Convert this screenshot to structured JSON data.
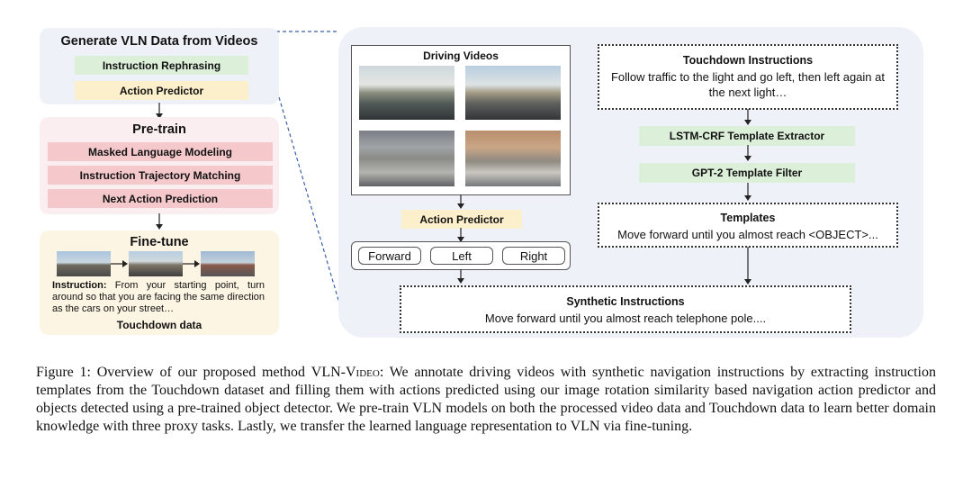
{
  "left": {
    "generate": {
      "title": "Generate VLN Data from Videos",
      "items": [
        "Instruction Rephrasing",
        "Action Predictor"
      ]
    },
    "pretrain": {
      "title": "Pre-train",
      "items": [
        "Masked Language Modeling",
        "Instruction Trajectory Matching",
        "Next Action Prediction"
      ]
    },
    "finetune": {
      "title": "Fine-tune",
      "instruction_label": "Instruction:",
      "instruction_text": "From your starting point, turn around so that you are facing the same direction as the cars on your street…",
      "data_label": "Touchdown data"
    }
  },
  "right": {
    "driving_videos": "Driving Videos",
    "action_predictor": "Action Predictor",
    "actions": [
      "Forward",
      "Left",
      "Right"
    ],
    "touchdown": {
      "title": "Touchdown Instructions",
      "text": "Follow traffic to the light and go left, then left again at the next light…"
    },
    "extractor": "LSTM-CRF Template Extractor",
    "filter": "GPT-2 Template Filter",
    "templates": {
      "title": "Templates",
      "text": "Move forward until you almost reach <OBJECT>..."
    },
    "synthetic": {
      "title": "Synthetic Instructions",
      "text": "Move forward until you almost reach telephone pole...."
    }
  },
  "caption": {
    "prefix": "Figure 1: Overview of our proposed method ",
    "method": "VLN-Video",
    "rest": ": We annotate driving videos with synthetic navigation instructions by extracting instruction templates from the Touchdown dataset and filling them with actions predicted using our image rotation similarity based navigation action predictor and objects detected using a pre-trained object detector. We pre-train VLN models on both the processed video data and Touchdown data to learn better domain knowledge with three proxy tasks. Lastly, we transfer the learned language representation to VLN via fine-tuning."
  },
  "colors": {
    "blue_panel": "#eef2f8",
    "pink_panel": "#fbeef0",
    "yellow_panel": "#fdf5e3",
    "green_bar": "#dcefd9",
    "yellow_bar": "#fcefcb",
    "pink_bar": "#f5c9cc"
  }
}
